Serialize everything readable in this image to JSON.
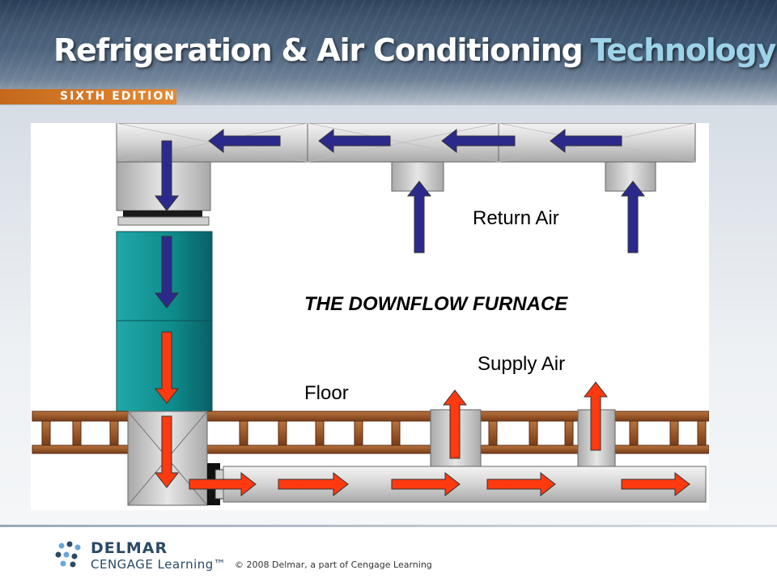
{
  "header": {
    "title_main": "Refrigeration & Air Conditioning",
    "title_accent": "Technology",
    "edition": "SIXTH EDITION"
  },
  "diagram": {
    "title": "THE DOWNFLOW FURNACE",
    "labels": {
      "return_air": "Return Air",
      "supply_air": "Supply Air",
      "floor": "Floor"
    }
  },
  "footer": {
    "brand_name": "DELMAR",
    "brand_sub": "CENGAGE Learning",
    "brand_tm": "™",
    "copyright": "© 2008 Delmar, a part of Cengage Learning"
  },
  "colors": {
    "return_arrow": "#2b2a8c",
    "supply_arrow": "#ff3a10",
    "furnace": "#0f8f8f",
    "duct": "#cfcfcf",
    "floor_wood": "#8b4a22",
    "edition_bar": "#d9782a",
    "title_accent": "#9ed4ea"
  },
  "icons": {
    "logo": "delmar-dots-logo-icon"
  }
}
